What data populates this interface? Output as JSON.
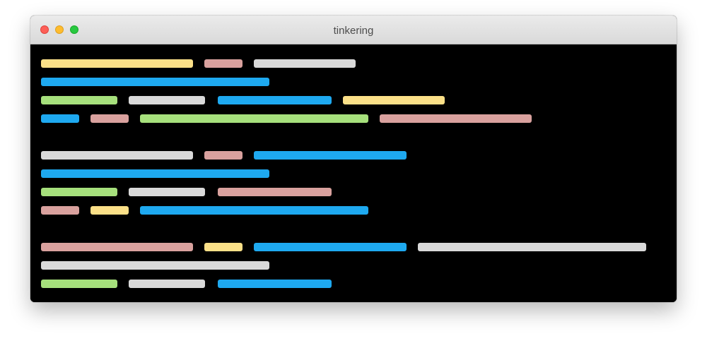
{
  "window": {
    "title": "tinkering"
  },
  "colors": {
    "yellow": "#fbe088",
    "rose": "#d9a19e",
    "gray": "#d9d9d9",
    "blue": "#1ea9f0",
    "green": "#a6e07c",
    "background": "#000000"
  },
  "terminal": {
    "blocks": [
      [
        [
          "yellow",
          "rose",
          "gray"
        ],
        [
          "blue"
        ],
        [
          "green",
          "gray",
          "blue",
          "yellow"
        ],
        [
          "blue",
          "rose",
          "green",
          "rose"
        ]
      ],
      [
        [
          "gray",
          "rose",
          "blue"
        ],
        [
          "blue"
        ],
        [
          "green",
          "gray",
          "rose"
        ],
        [
          "rose",
          "yellow",
          "blue"
        ]
      ],
      [
        [
          "rose",
          "yellow",
          "blue",
          "gray"
        ],
        [
          "gray"
        ],
        [
          "green",
          "gray",
          "blue"
        ]
      ]
    ]
  }
}
